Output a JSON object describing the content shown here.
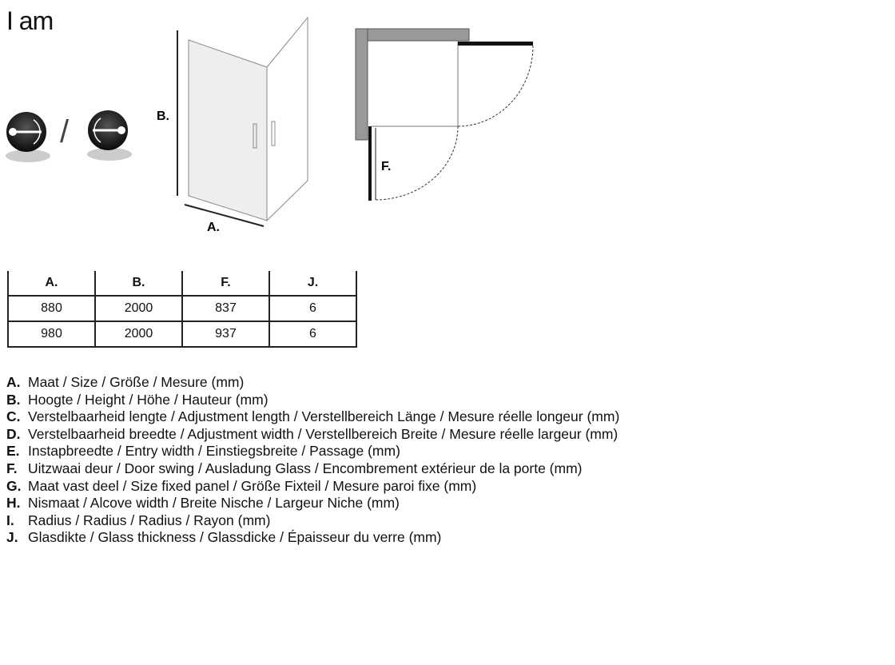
{
  "title": "I am",
  "separator": "/",
  "diagram_labels": {
    "a": "A.",
    "b": "B.",
    "f": "F."
  },
  "table": {
    "headers": [
      "A.",
      "B.",
      "F.",
      "J."
    ],
    "rows": [
      [
        "880",
        "2000",
        "837",
        "6"
      ],
      [
        "980",
        "2000",
        "937",
        "6"
      ]
    ]
  },
  "legend": [
    {
      "key": "A.",
      "text": "Maat / Size / Größe / Mesure (mm)"
    },
    {
      "key": "B.",
      "text": "Hoogte / Height / Höhe / Hauteur (mm)"
    },
    {
      "key": "C.",
      "text": "Verstelbaarheid lengte / Adjustment length / Verstellbereich Länge / Mesure réelle longeur (mm)"
    },
    {
      "key": "D.",
      "text": "Verstelbaarheid breedte / Adjustment width / Verstellbereich Breite / Mesure réelle largeur (mm)"
    },
    {
      "key": "E.",
      "text": "Instapbreedte / Entry width / Einstiegsbreite / Passage (mm)"
    },
    {
      "key": "F.",
      "text": "Uitzwaai deur / Door swing / Ausladung Glass / Encombrement extérieur de la porte (mm)"
    },
    {
      "key": "G.",
      "text": "Maat vast deel / Size fixed panel / Größe Fixteil / Mesure paroi fixe (mm)"
    },
    {
      "key": "H.",
      "text": "Nismaat / Alcove width / Breite Nische / Largeur Niche (mm)"
    },
    {
      "key": "I.",
      "text": "Radius / Radius / Radius / Rayon (mm)"
    },
    {
      "key": "J.",
      "text": "Glasdikte / Glass thickness / Glassdicke / Épaisseur du verre (mm)"
    }
  ]
}
